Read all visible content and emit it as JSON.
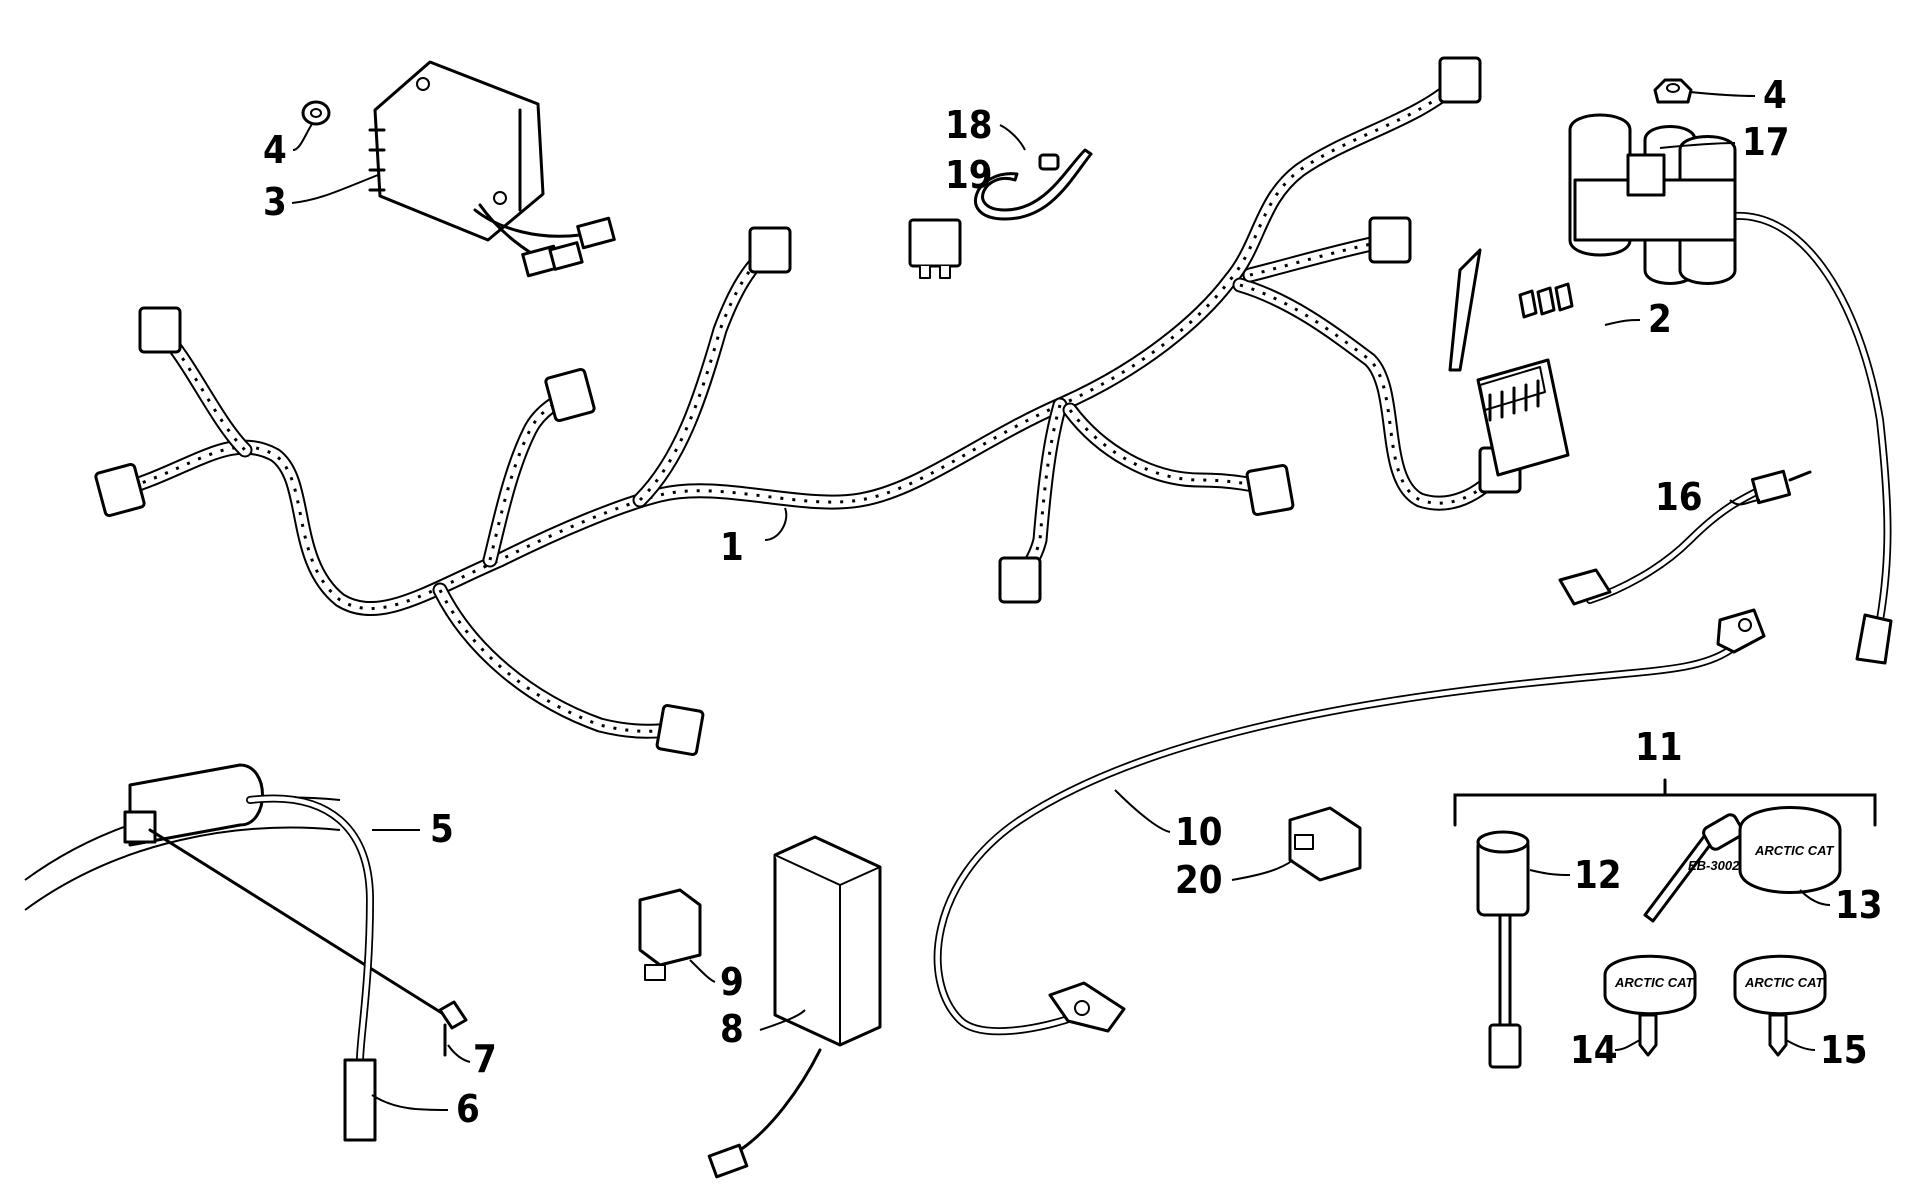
{
  "callouts": [
    {
      "id": "1",
      "label": "1"
    },
    {
      "id": "2",
      "label": "2"
    },
    {
      "id": "3",
      "label": "3"
    },
    {
      "id": "4a",
      "label": "4"
    },
    {
      "id": "4b",
      "label": "4"
    },
    {
      "id": "5",
      "label": "5"
    },
    {
      "id": "6",
      "label": "6"
    },
    {
      "id": "7",
      "label": "7"
    },
    {
      "id": "8",
      "label": "8"
    },
    {
      "id": "9",
      "label": "9"
    },
    {
      "id": "10",
      "label": "10"
    },
    {
      "id": "11",
      "label": "11"
    },
    {
      "id": "12",
      "label": "12"
    },
    {
      "id": "13",
      "label": "13"
    },
    {
      "id": "14",
      "label": "14"
    },
    {
      "id": "15",
      "label": "15"
    },
    {
      "id": "16",
      "label": "16"
    },
    {
      "id": "17",
      "label": "17"
    },
    {
      "id": "18",
      "label": "18"
    },
    {
      "id": "19",
      "label": "19"
    },
    {
      "id": "20",
      "label": "20"
    }
  ],
  "brand_marks": {
    "key_head": "ARCTIC CAT",
    "key_14": "ARCTIC CAT",
    "key_15": "ARCTIC CAT",
    "key_blade": "EB-3002"
  }
}
